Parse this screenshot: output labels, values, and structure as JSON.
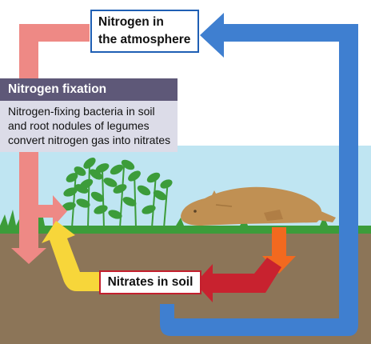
{
  "labels": {
    "atmosphere_line1": "Nitrogen in",
    "atmosphere_line2": "the atmosphere",
    "fixation_title": "Nitrogen fixation",
    "fixation_desc_line1": "Nitrogen-fixing bacteria in soil",
    "fixation_desc_line2": "and root nodules of legumes",
    "fixation_desc_line3": "convert nitrogen gas into nitrates",
    "soil": "Nitrates in soil"
  },
  "colors": {
    "sky": "#bfe5f2",
    "soil": "#8c7558",
    "grass": "#3c9c3a",
    "fixation_arrow": "#ee8985",
    "return_arrow": "#3f7fd0",
    "uptake_arrow": "#f7d63a",
    "decay_arrow_top": "#f2691f",
    "decay_arrow_bottom": "#c8222f",
    "animal": "#c09053",
    "atmosphere_border": "#1f5fb4",
    "fixation_title_bg": "#5e5878",
    "fixation_desc_bg": "#dcdce8",
    "soil_border": "#c31f2d"
  }
}
